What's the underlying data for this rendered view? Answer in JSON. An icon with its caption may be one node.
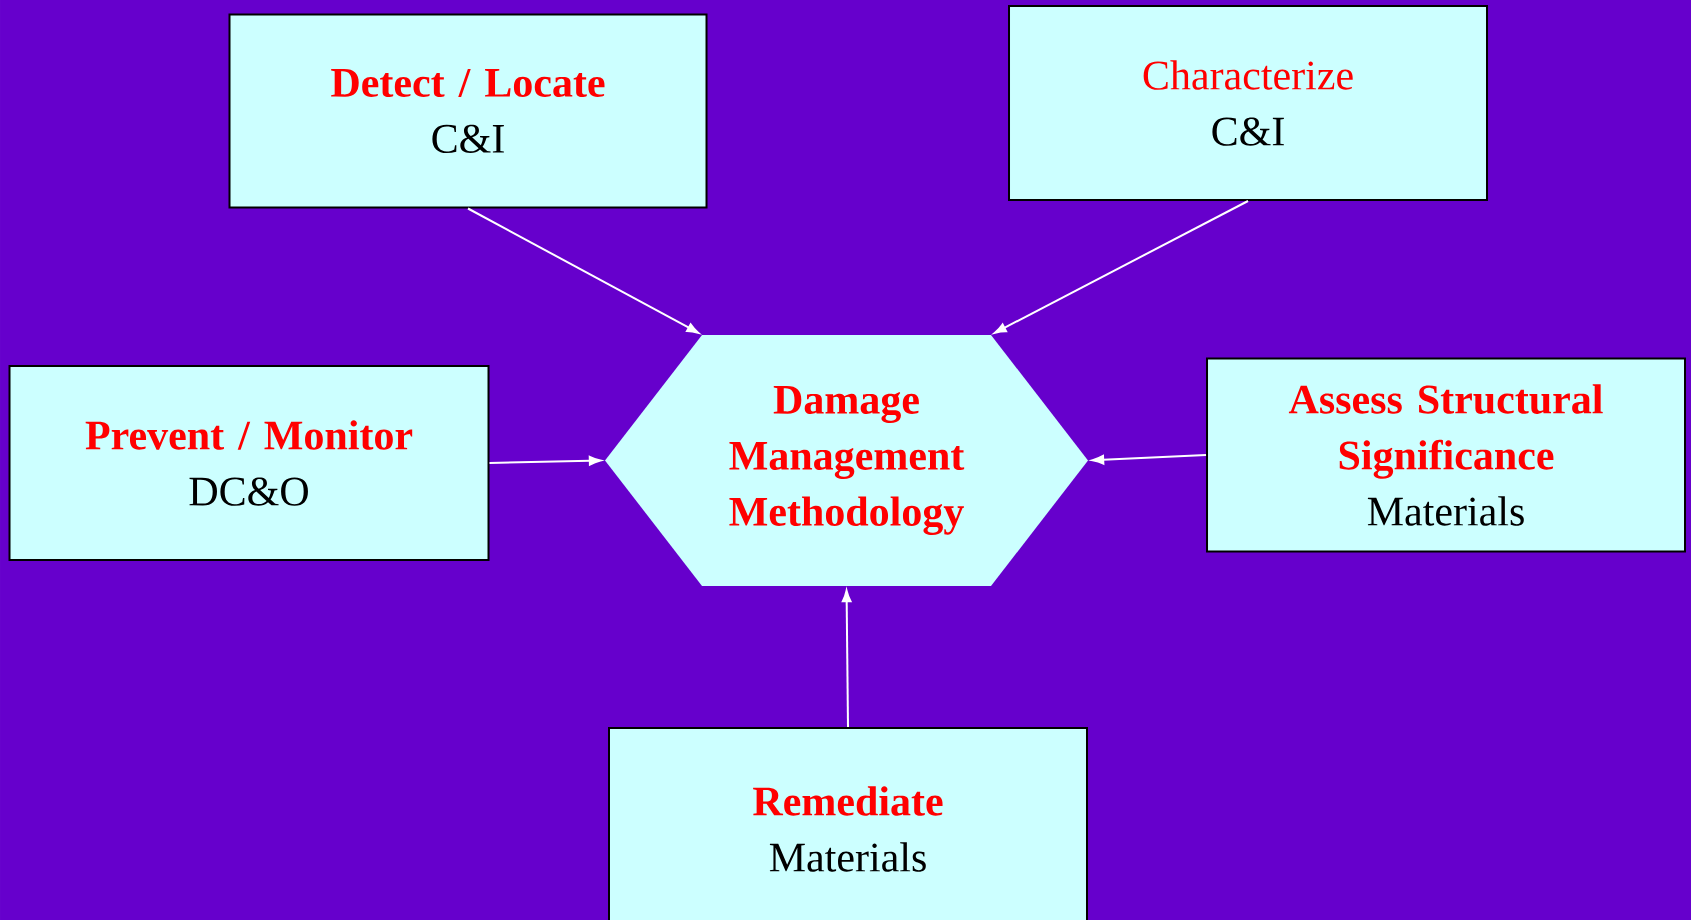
{
  "diagram": {
    "nodes": [
      {
        "text": [
          "Detect / Locate",
          "C&I"
        ]
      },
      {
        "text": [
          "Characterize",
          "C&I"
        ]
      },
      {
        "text": [
          "Prevent / Monitor",
          "DC&O"
        ]
      },
      {
        "text": [
          "Damage Management Methodology"
        ]
      },
      {
        "text": [
          "Assess Structural Significance",
          "Materials"
        ]
      },
      {
        "text": [
          "Remediate",
          "Materials"
        ]
      }
    ],
    "edges": [
      {
        "from": 0,
        "to": 3,
        "arrow": "to"
      },
      {
        "from": 1,
        "to": 3,
        "arrow": "to"
      },
      {
        "from": 2,
        "to": 3,
        "arrow": "to"
      },
      {
        "from": 4,
        "to": 3,
        "arrow": "to"
      },
      {
        "from": 5,
        "to": 3,
        "arrow": "to"
      }
    ]
  }
}
